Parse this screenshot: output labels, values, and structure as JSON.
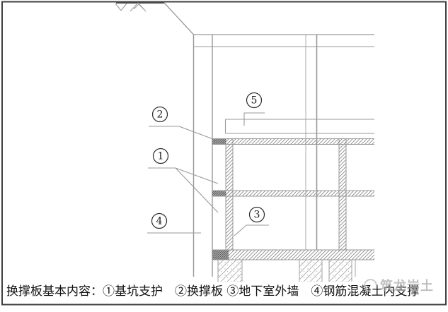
{
  "figure": {
    "caption": "换撑板基本内容：①基坑支护　②换撑板 ③地下室外墙　④钢筋混凝土内支撑",
    "watermark_text": "筑龙岩土"
  },
  "callouts": [
    {
      "label": "1"
    },
    {
      "label": "2"
    },
    {
      "label": "3"
    },
    {
      "label": "4"
    },
    {
      "label": "5"
    }
  ],
  "colors": {
    "border": "#3f3f3f",
    "line": "#9a9a9a",
    "hatch": "#8c8c8c",
    "text": "#111111",
    "watermark": "#a9a9a9"
  }
}
